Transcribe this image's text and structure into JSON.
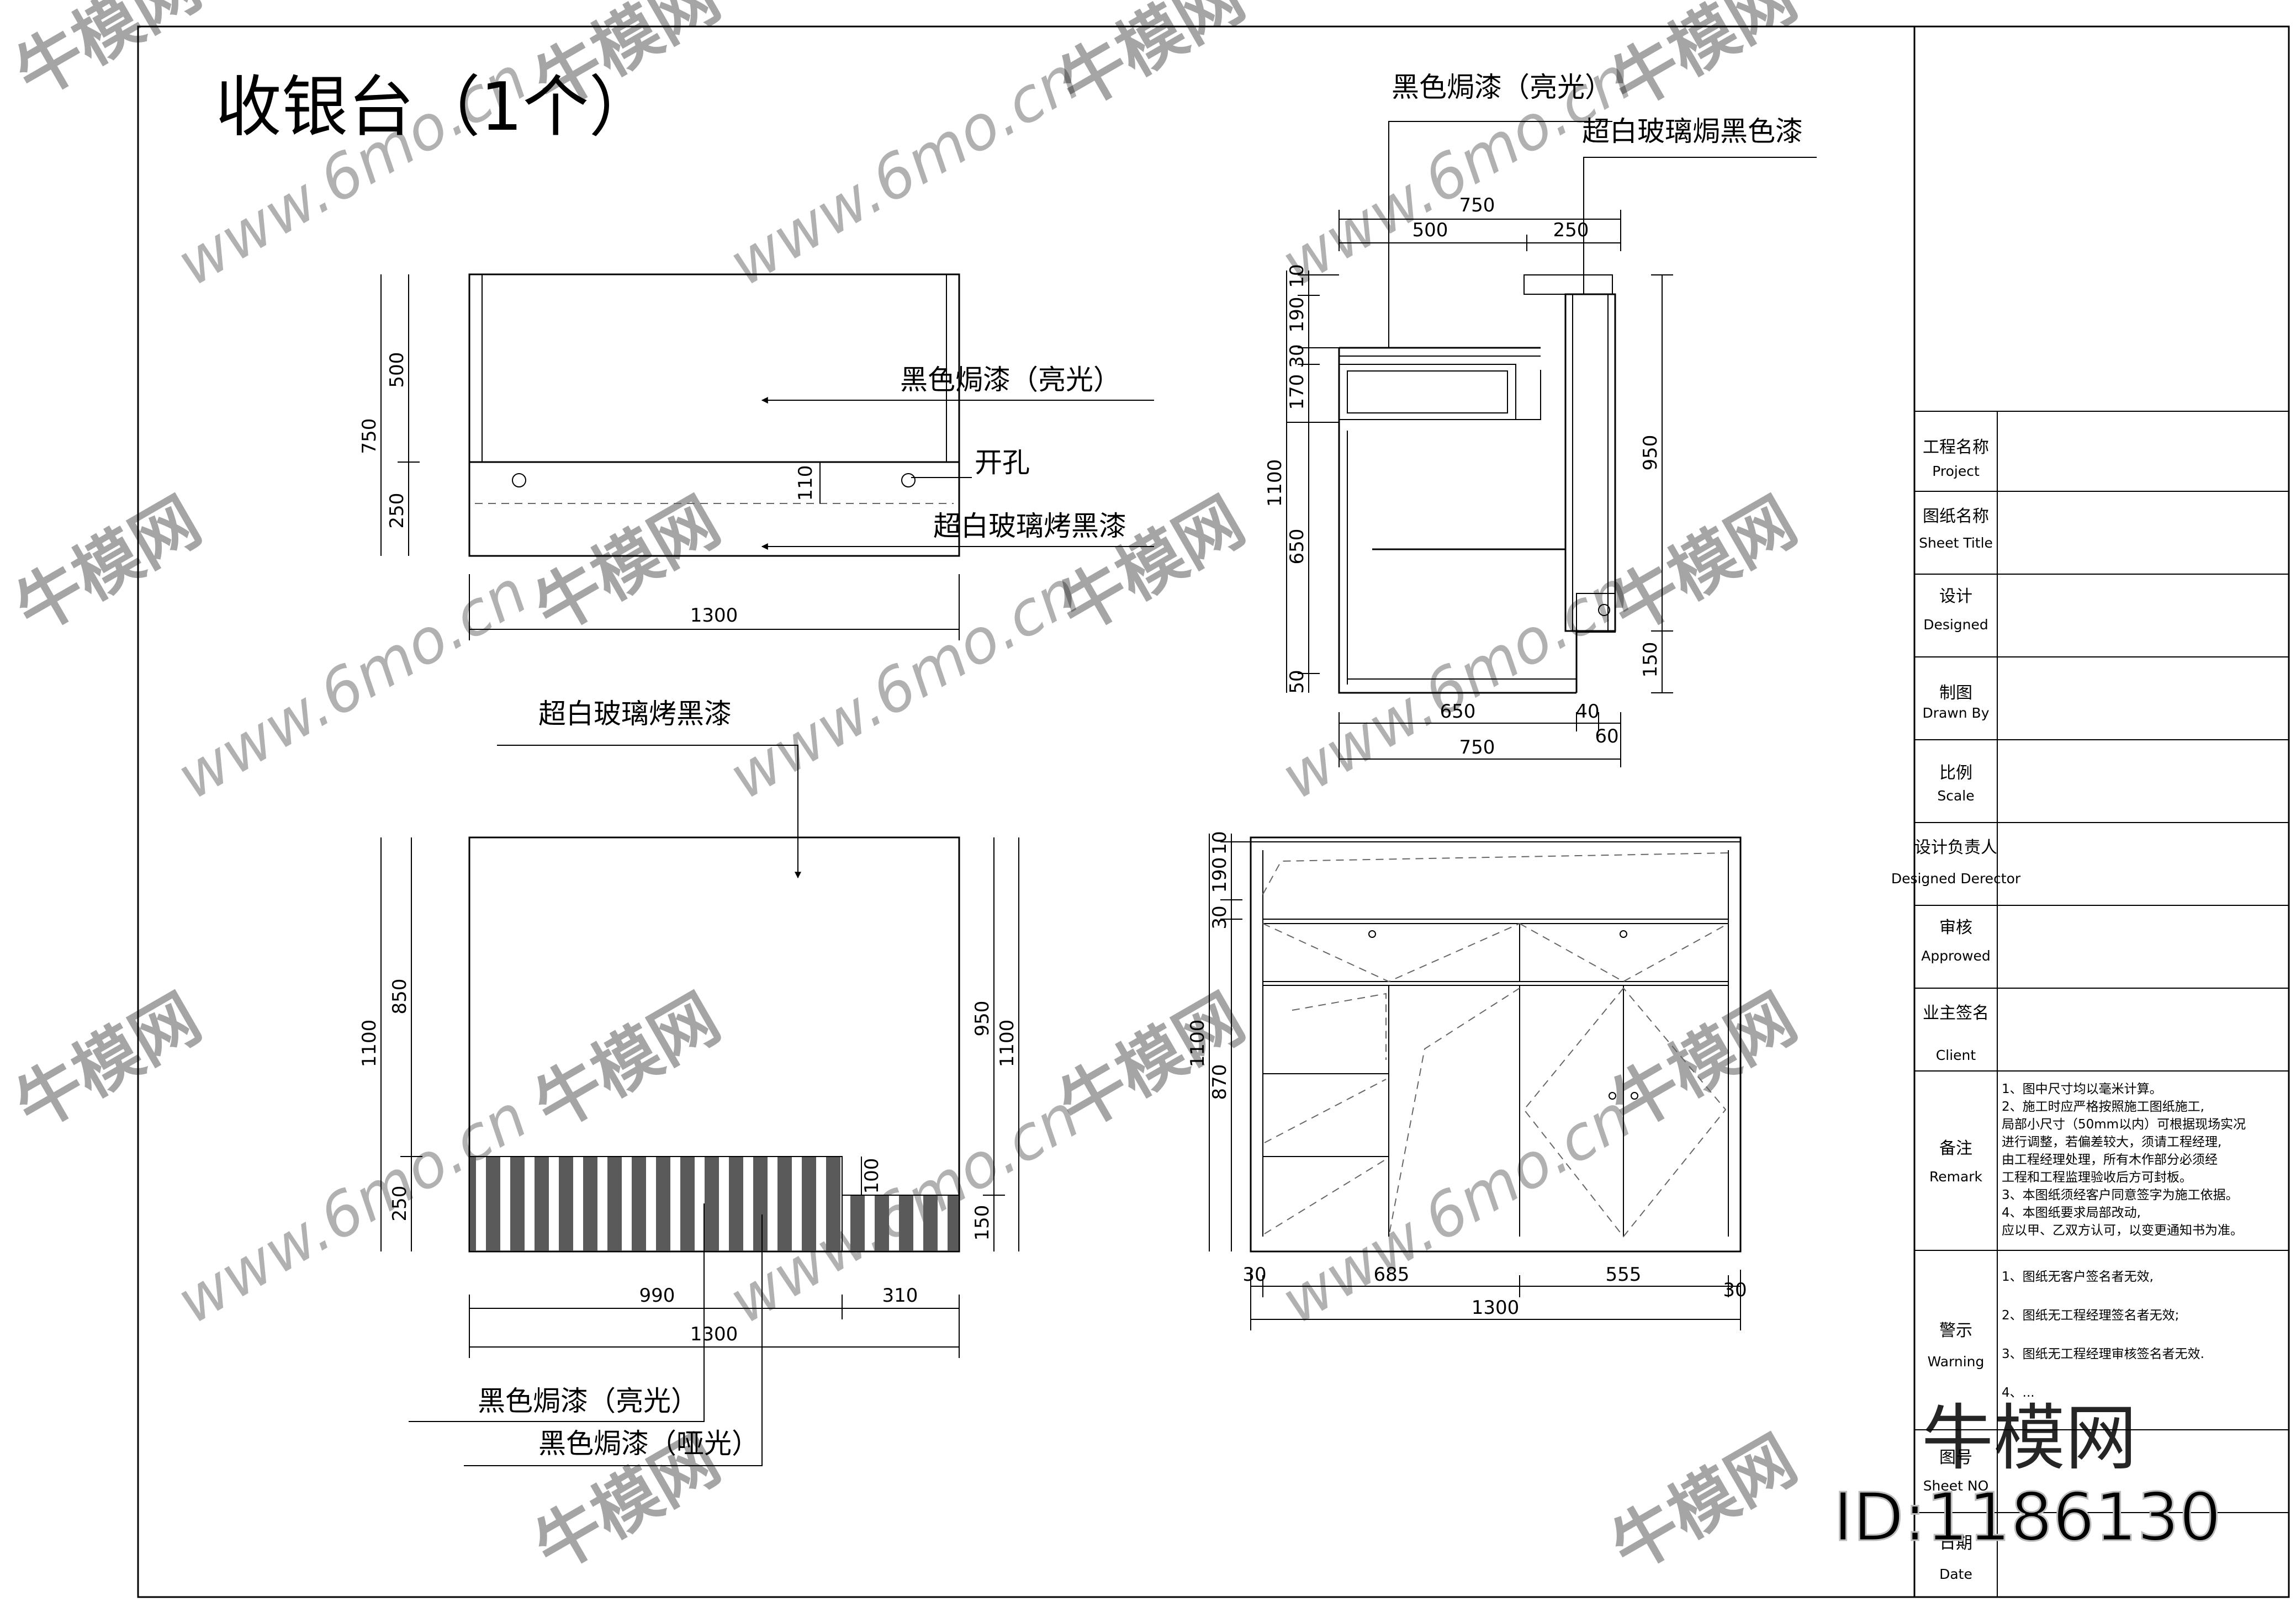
{
  "title": "收银台（1个）",
  "top_front_view": {
    "dims": {
      "h_total": "750",
      "h_upper": "500",
      "h_lower": "250",
      "width": "1300",
      "hole_offset": "110"
    },
    "labels": {
      "upper_finish": "黑色焗漆（亮光）",
      "hole": "开孔",
      "lower_finish": "超白玻璃烤黑漆"
    }
  },
  "side_section_view": {
    "labels": {
      "top_finish": "黑色焗漆（亮光）",
      "glass_finish": "超白玻璃焗黑色漆"
    },
    "dims": {
      "top_total": "750",
      "top_a": "500",
      "top_b": "250",
      "left_10": "10",
      "left_190": "190",
      "left_30": "30",
      "left_170": "170",
      "left_1100": "1100",
      "left_650": "650",
      "left_50": "50",
      "right_950": "950",
      "right_150": "150",
      "bottom_650": "650",
      "bottom_40": "40",
      "bottom_60": "60",
      "bottom_total": "750"
    }
  },
  "front_elevation": {
    "labels": {
      "glass_finish": "超白玻璃烤黑漆",
      "gloss_finish": "黑色焗漆（亮光）",
      "matte_finish": "黑色焗漆（哑光）"
    },
    "dims": {
      "left_1100": "1100",
      "left_850": "850",
      "left_250": "250",
      "right_950": "950",
      "right_1100": "1100",
      "right_150": "150",
      "step_100": "100",
      "bottom_990": "990",
      "bottom_310": "310",
      "bottom_total": "1300"
    }
  },
  "back_elevation": {
    "dims": {
      "left_10": "10",
      "left_190": "190",
      "left_30": "30",
      "left_1100": "1100",
      "left_870": "870",
      "bottom_30a": "30",
      "bottom_685": "685",
      "bottom_555": "555",
      "bottom_30b": "30",
      "bottom_total": "1300"
    }
  },
  "title_block": {
    "rows": [
      {
        "cn": "工程名称",
        "en": "Project"
      },
      {
        "cn": "图纸名称",
        "en": "Sheet Title"
      },
      {
        "cn": "设计",
        "en": "Designed"
      },
      {
        "cn": "制图",
        "en": "Drawn By"
      },
      {
        "cn": "比例",
        "en": "Scale"
      },
      {
        "cn": "设计负责人",
        "en": "Designed Derector"
      },
      {
        "cn": "审核",
        "en": "Approwed"
      },
      {
        "cn": "业主签名",
        "en": "Client"
      }
    ],
    "remark": {
      "cn": "备注",
      "en": "Remark",
      "lines": [
        "1、图中尺寸均以毫米计算。",
        "2、施工时应严格按照施工图纸施工,",
        "局部小尺寸（50mm以内）可根据现场实况",
        "进行调整，若偏差较大，须请工程经理,",
        "由工程经理处理，所有木作部分必须经",
        "工程和工程监理验收后方可封板。",
        "3、本图纸须经客户同意签字为施工依据。",
        "4、本图纸要求局部改动,",
        "应以甲、乙双方认可，以变更通知书为准。"
      ]
    },
    "warning": {
      "cn": "警示",
      "en": "Warning",
      "lines": [
        "1、图纸无客户签名者无效,",
        "2、图纸无工程经理签名者无效;",
        "3、图纸无工程经理审核签名者无效.",
        "4、..."
      ]
    },
    "sheet_no": {
      "cn": "图号",
      "en": "Sheet NO"
    },
    "date": {
      "cn": "日期",
      "en": "Date"
    }
  },
  "watermark": {
    "brand": "牛模网",
    "site": "www.6mo.cn",
    "id": "ID:1186130"
  }
}
